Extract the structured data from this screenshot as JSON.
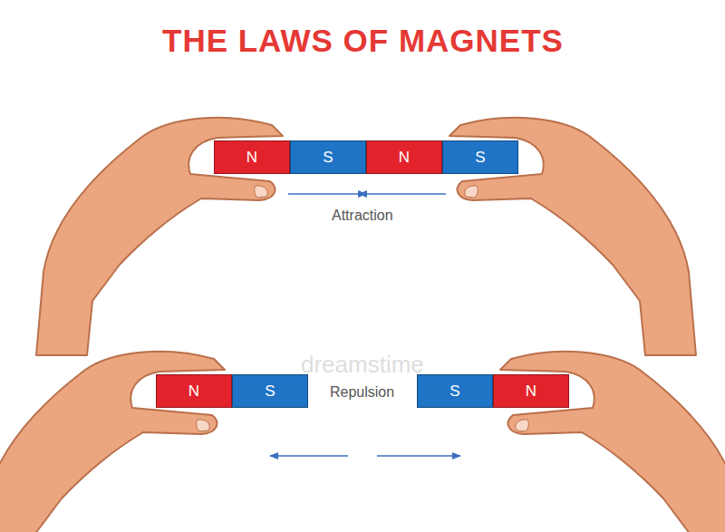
{
  "diagram": {
    "title": "THE LAWS OF MAGNETS",
    "nodes": [
      {
        "text": [
          "N"
        ]
      },
      {
        "text": [
          "S"
        ]
      },
      {
        "text": [
          "N"
        ]
      },
      {
        "text": [
          "S"
        ]
      },
      {
        "text": [
          "N"
        ]
      },
      {
        "text": [
          "S"
        ]
      },
      {
        "text": [
          "S"
        ]
      },
      {
        "text": [
          "N"
        ]
      }
    ],
    "labels": [
      "Attraction",
      "Repulsion",
      "dreamstime"
    ]
  }
}
